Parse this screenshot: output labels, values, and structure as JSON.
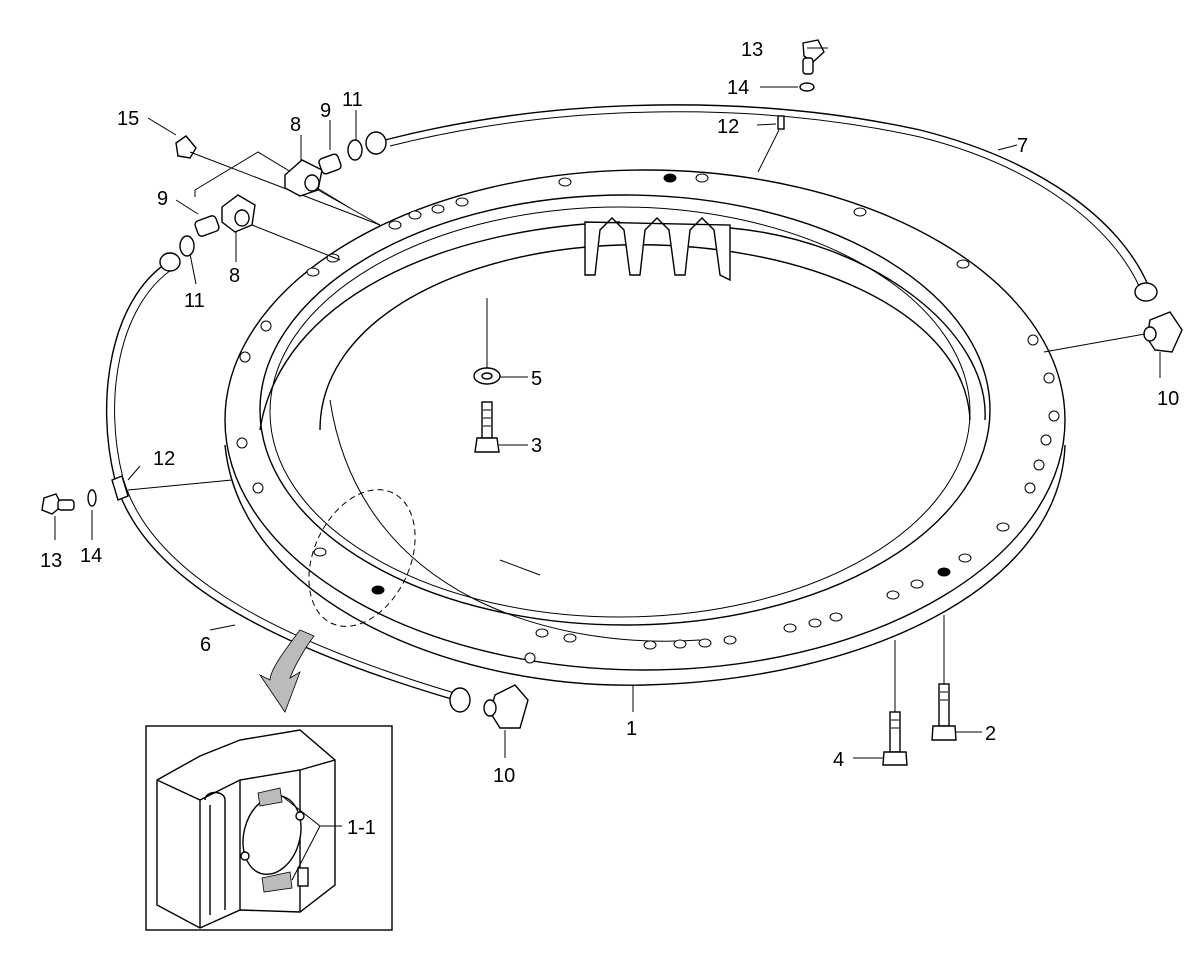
{
  "labels": {
    "l1": "1",
    "l1_1": "1-1",
    "l2": "2",
    "l3": "3",
    "l4": "4",
    "l5": "5",
    "l6": "6",
    "l7": "7",
    "l8a": "8",
    "l8b": "8",
    "l9a": "9",
    "l9b": "9",
    "l10a": "10",
    "l10b": "10",
    "l11a": "11",
    "l11b": "11",
    "l12a": "12",
    "l12b": "12",
    "l13a": "13",
    "l13b": "13",
    "l14a": "14",
    "l14b": "14",
    "l15": "15"
  }
}
